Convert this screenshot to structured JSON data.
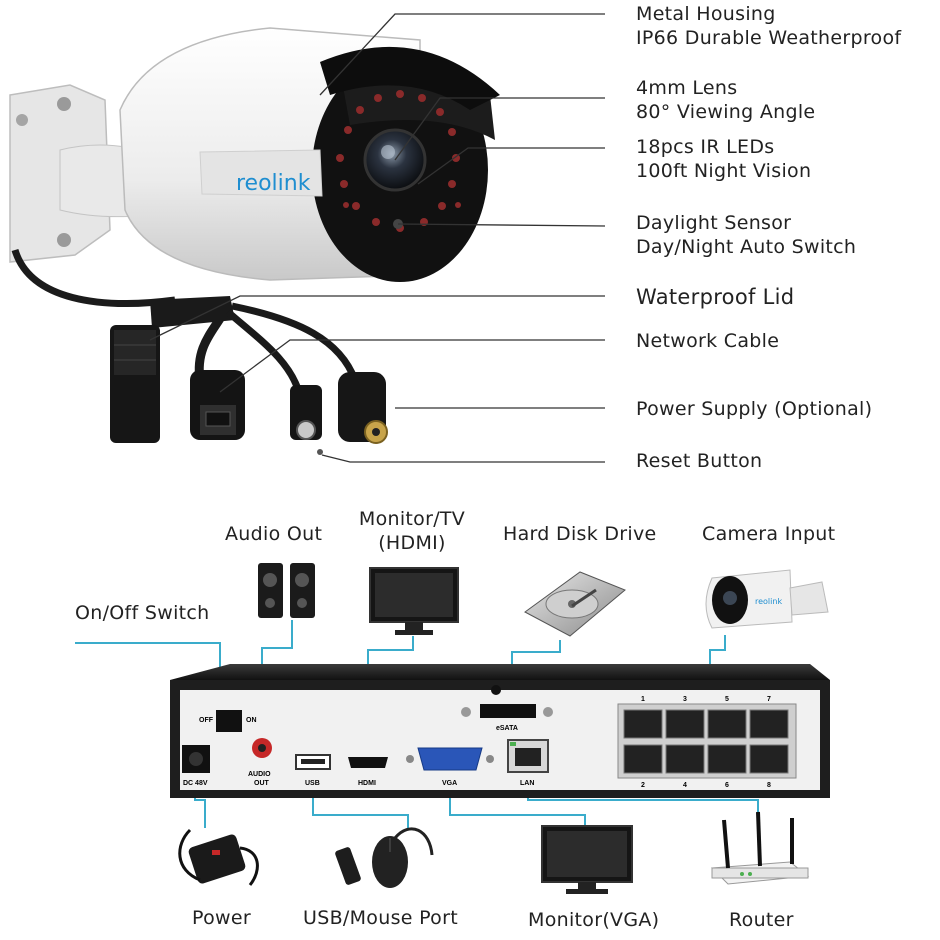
{
  "camera_callouts": [
    {
      "line1": "Metal Housing",
      "line2": "IP66 Durable Weatherproof"
    },
    {
      "line1": "4mm Lens",
      "line2": "80° Viewing Angle"
    },
    {
      "line1": "18pcs IR LEDs",
      "line2": "100ft Night Vision"
    },
    {
      "line1": "Daylight Sensor",
      "line2": "Day/Night Auto Switch"
    },
    {
      "line1": "Waterproof Lid",
      "line2": ""
    },
    {
      "line1": "Network Cable",
      "line2": ""
    },
    {
      "line1": "Power Supply (Optional)",
      "line2": ""
    },
    {
      "line1": "Reset Button",
      "line2": ""
    }
  ],
  "brand": "reolink",
  "nvr_labels": {
    "audio_out": "Audio Out",
    "monitor_hdmi_line1": "Monitor/TV",
    "monitor_hdmi_line2": "(HDMI)",
    "hard_disk": "Hard Disk Drive",
    "camera_input": "Camera Input",
    "on_off": "On/Off Switch",
    "power": "Power",
    "usb_mouse": "USB/Mouse Port",
    "monitor_vga": "Monitor(VGA)",
    "router": "Router"
  },
  "panel_markings": {
    "off": "OFF",
    "on": "ON",
    "audio_out_l1": "AUDIO",
    "audio_out_l2": "OUT",
    "usb": "USB",
    "hdmi": "HDMI",
    "vga": "VGA",
    "lan": "LAN",
    "esata": "eSATA",
    "dc": "DC 48V",
    "port_numbers_top": [
      "1",
      "3",
      "5",
      "7"
    ],
    "port_numbers_bottom": [
      "2",
      "4",
      "6",
      "8"
    ]
  },
  "colors": {
    "callout_line": "#333333",
    "connector_line": "#3aaccb",
    "nvr_body": "#1e1e1e",
    "panel": "#f1f1f1",
    "camera_body": "#f4f4f4",
    "brand_blue": "#1f8ed0"
  }
}
